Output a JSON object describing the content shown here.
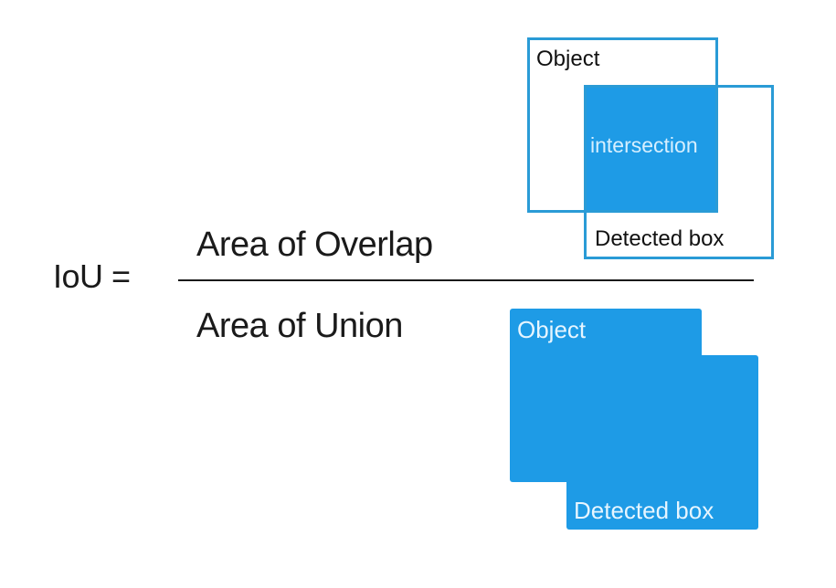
{
  "formula": {
    "lhs": "IoU =",
    "numerator": "Area of Overlap",
    "denominator": "Area of Union"
  },
  "overlap_diagram": {
    "object_label": "Object",
    "intersection_label": "intersection",
    "detected_label": "Detected box"
  },
  "union_diagram": {
    "object_label": "Object",
    "detected_label": "Detected box"
  },
  "colors": {
    "box_blue": "#1e9be6",
    "outline_blue": "#2a9bd6",
    "text_dark": "#1a1a1a"
  }
}
